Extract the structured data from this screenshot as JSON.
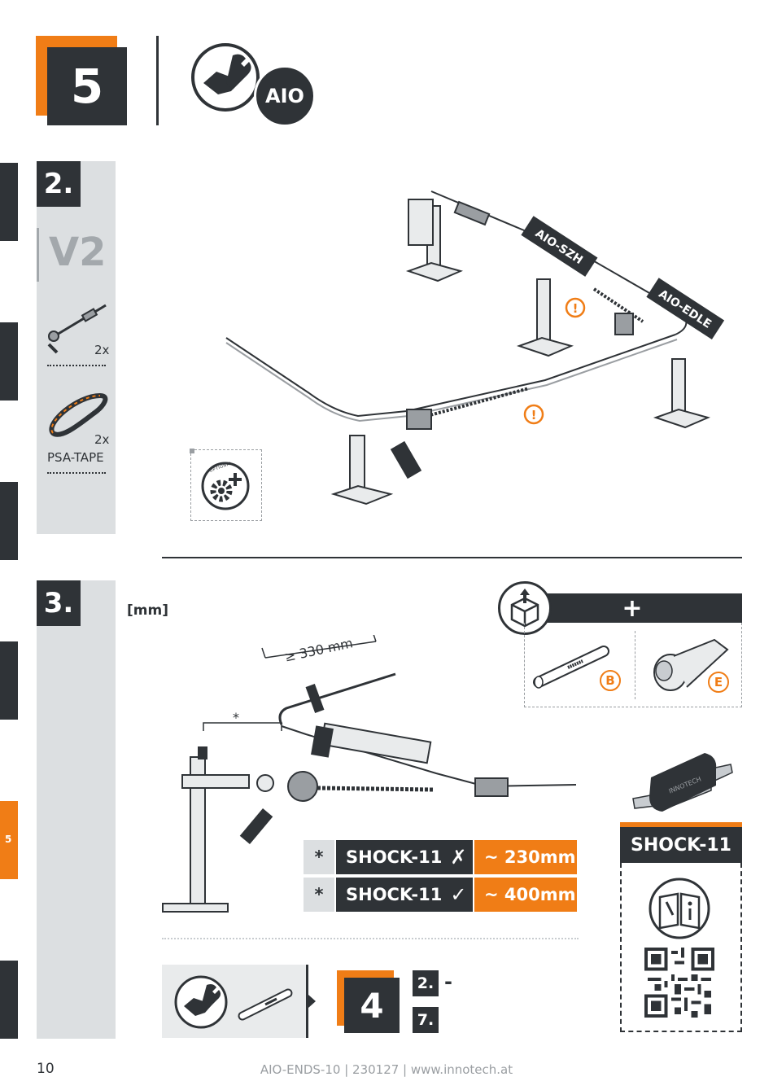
{
  "header": {
    "step": "5",
    "badge": "AIO"
  },
  "side_tab_active": "5",
  "section2": {
    "num": "2.",
    "variant": "V2",
    "parts": [
      {
        "qty": "2x",
        "label": ""
      },
      {
        "qty": "2x",
        "label": "PSA-TAPE"
      }
    ],
    "labels": {
      "szh": "AIO-SZH",
      "edle": "AIO-EDLE"
    },
    "optional": "OPTIONAL"
  },
  "section3": {
    "num": "3.",
    "unit": "[mm]",
    "dimension": "≥ 330 mm",
    "star": "*",
    "plus": "+",
    "items": [
      "B",
      "E"
    ],
    "table": [
      {
        "star": "*",
        "name": "SHOCK-11",
        "mark": "✗",
        "value": "~ 230mm"
      },
      {
        "star": "*",
        "name": "SHOCK-11",
        "mark": "✓",
        "value": "~ 400mm"
      }
    ],
    "product": {
      "name": "SHOCK-11",
      "brand": "INNOTECH"
    },
    "next": {
      "step": "4",
      "refs": [
        "2.",
        "7."
      ],
      "dash": "-"
    }
  },
  "footer": {
    "page": "10",
    "doc": "AIO-ENDS-10 | 230127 | www.innotech.at"
  }
}
